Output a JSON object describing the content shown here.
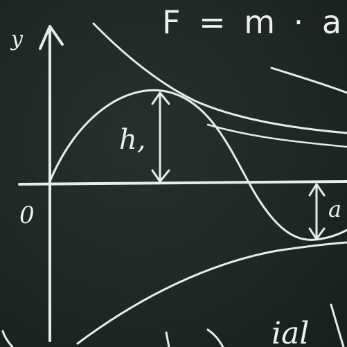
{
  "board": {
    "formula": "F = m · a",
    "y_axis_label": "y",
    "origin_label": "0",
    "height_label_left": "h,",
    "height_label_right": "a",
    "bottom_script": "ial"
  },
  "colors": {
    "board": "#1e2825",
    "chalk": "#e9ece8"
  }
}
